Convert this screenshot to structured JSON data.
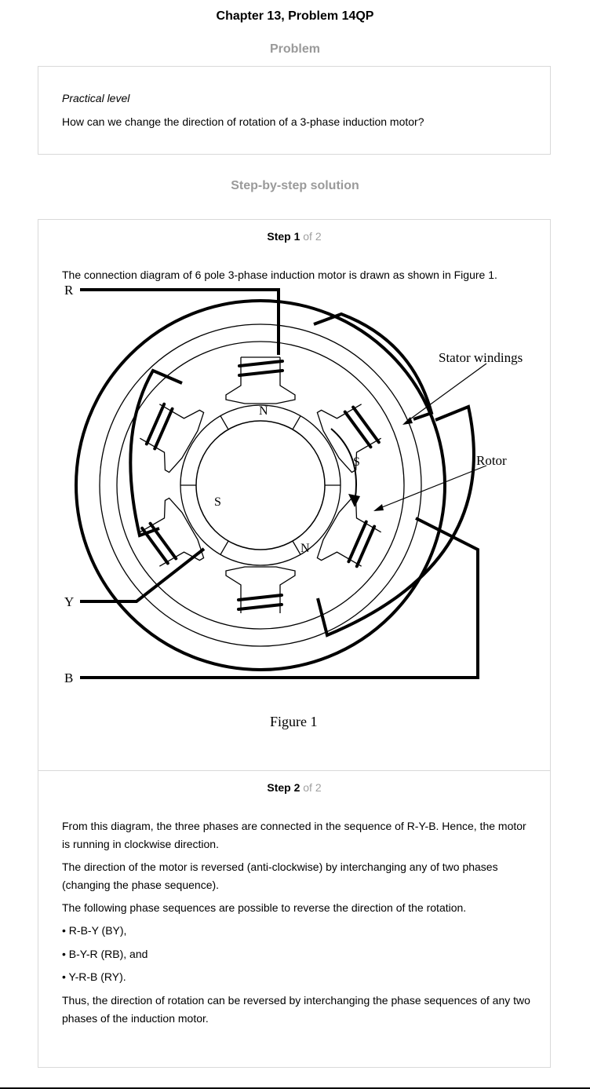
{
  "page_title": "Chapter 13, Problem 14QP",
  "problem": {
    "heading": "Problem",
    "level": "Practical level",
    "question": "How can we change the direction of rotation of a 3-phase induction motor?"
  },
  "solution": {
    "heading": "Step-by-step solution",
    "steps": [
      {
        "label": "Step 1",
        "of": "of 2",
        "text": "The connection diagram of 6 pole 3-phase induction motor is drawn as shown in Figure 1.",
        "figure": {
          "terminal_r": "R",
          "terminal_y": "Y",
          "terminal_b": "B",
          "stator_label": "Stator windings",
          "rotor_label": "Rotor",
          "pole_n1": "N",
          "pole_s1": "S",
          "pole_n2": "N",
          "pole_s2": "S",
          "caption": "Figure 1"
        }
      },
      {
        "label": "Step 2",
        "of": "of 2",
        "paragraphs": [
          "From this diagram, the three phases are connected in the sequence of R-Y-B. Hence, the motor is running in clockwise direction.",
          "The direction of the motor is reversed (anti-clockwise) by interchanging any of two phases (changing the phase sequence).",
          "The following phase sequences are possible to reverse the direction of the rotation.",
          "• R-B-Y (BY),",
          "• B-Y-R (RB), and",
          "• Y-R-B (RY).",
          "Thus, the direction of rotation can be reversed by interchanging the phase sequences of any two phases of the induction motor."
        ]
      }
    ]
  }
}
